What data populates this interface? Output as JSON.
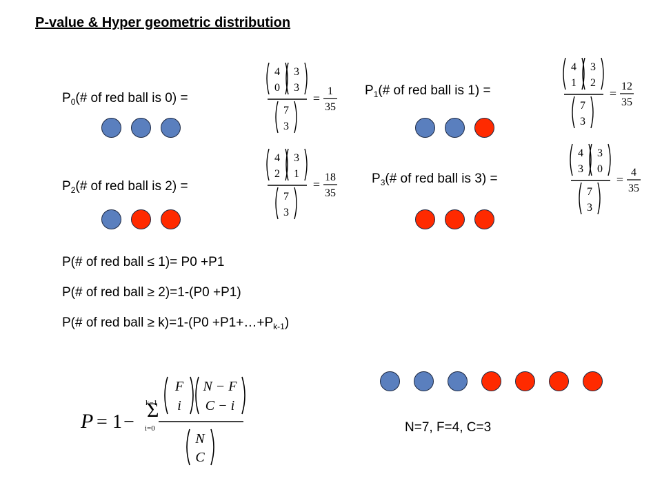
{
  "colors": {
    "blue": "#5a7fbe",
    "red": "#ff2a00",
    "outline": "#1e2a44"
  },
  "title": "P-value & Hyper geometric distribution",
  "cases": [
    {
      "prefix": "P",
      "sub": "0",
      "text": "(# of red ball is 0) =",
      "balls": [
        "blue",
        "blue",
        "blue"
      ],
      "binom": {
        "a_top": "4",
        "a_bot": "0",
        "b_top": "3",
        "b_bot": "3",
        "c_top": "7",
        "c_bot": "3"
      },
      "result_num": "1",
      "result_den": "35"
    },
    {
      "prefix": "P",
      "sub": "1",
      "text": "(# of red ball is 1) =",
      "balls": [
        "blue",
        "blue",
        "red"
      ],
      "binom": {
        "a_top": "4",
        "a_bot": "1",
        "b_top": "3",
        "b_bot": "2",
        "c_top": "7",
        "c_bot": "3"
      },
      "result_num": "12",
      "result_den": "35"
    },
    {
      "prefix": "P",
      "sub": "2",
      "text": "(# of red ball is 2) =",
      "balls": [
        "blue",
        "red",
        "red"
      ],
      "binom": {
        "a_top": "4",
        "a_bot": "2",
        "b_top": "3",
        "b_bot": "1",
        "c_top": "7",
        "c_bot": "3"
      },
      "result_num": "18",
      "result_den": "35"
    },
    {
      "prefix": "P",
      "sub": "3",
      "text": "(# of red ball is 3) =",
      "balls": [
        "red",
        "red",
        "red"
      ],
      "binom": {
        "a_top": "4",
        "a_bot": "3",
        "b_top": "3",
        "b_bot": "0",
        "c_top": "7",
        "c_bot": "3"
      },
      "result_num": "4",
      "result_den": "35"
    }
  ],
  "summary": {
    "line1": "P(# of red ball ≤ 1)= P0 +P1",
    "line2": "P(# of red ball ≥ 2)=1-(P0 +P1)",
    "line3_main": "P(# of red ball ≥ k)=1-(P0 +P1+…+P",
    "line3_sub": "k-1",
    "line3_end": ")"
  },
  "general_formula": {
    "lhs": "P",
    "eq": "=",
    "one": "1",
    "minus": "−",
    "sum_upper": "k−1",
    "sum_lower": "i=0",
    "f1_top": "F",
    "f1_bot": "i",
    "f2_top": "N − F",
    "f2_bot": "C − i",
    "den_top": "N",
    "den_bot": "C"
  },
  "population": {
    "balls": [
      "blue",
      "blue",
      "blue",
      "red",
      "red",
      "red",
      "red"
    ],
    "params": "N=7,  F=4,  C=3"
  }
}
